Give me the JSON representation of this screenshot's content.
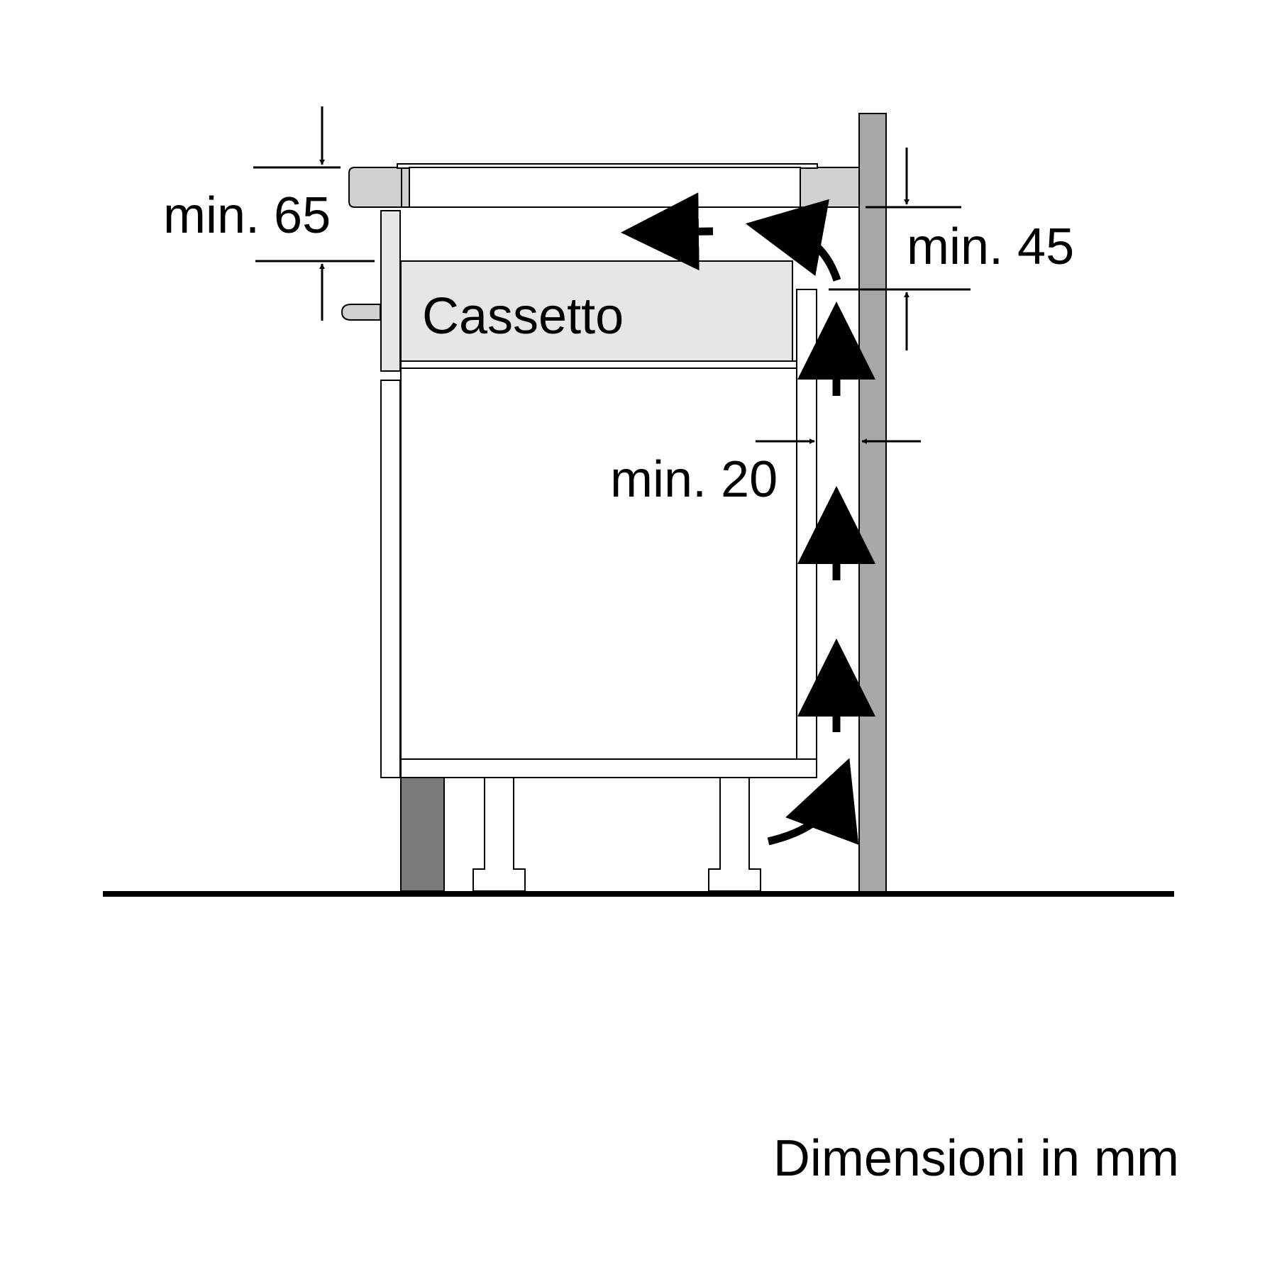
{
  "labels": {
    "drawer": "Cassetto",
    "gap_top_left": "min. 65",
    "gap_top_right": "min. 45",
    "gap_side": "min. 20",
    "units_note": "Dimensioni in mm"
  },
  "colors": {
    "line": "#000000",
    "wall": "#a8a8a8",
    "plinth": "#7a7a7a",
    "worktop": "#d0d0d0",
    "drawer_fill": "#e6e6e6",
    "background": "#ffffff"
  },
  "icons": {
    "airflow_arrow": "airflow-arrow-icon",
    "dimension_arrow": "dimension-arrow-icon"
  }
}
